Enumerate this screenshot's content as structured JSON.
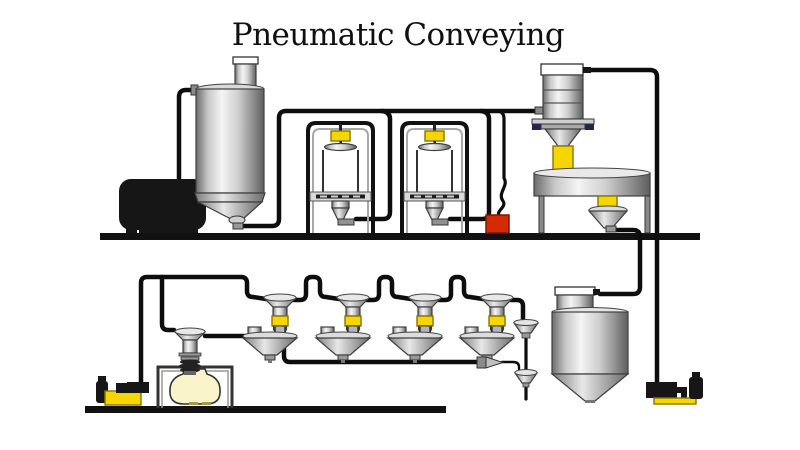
{
  "title": "Pneumatic Conveying",
  "colors": {
    "bg": "#ffffff",
    "ink": "#161616",
    "line": "#0d0d0d",
    "floor": "#111111",
    "valve": "#f6d600",
    "red": "#d42c00",
    "bag": "#f8f3c8"
  },
  "levels": {
    "upper": {
      "equipment": [
        "blower-package",
        "storage-silo",
        "silo-top-vent",
        "bag-dump-station",
        "bag-dump-station",
        "flexible-hose",
        "portable-vacuum-unit",
        "filter-receiver",
        "rotary-valve",
        "surge-table",
        "rotary-valve",
        "discharge-hopper"
      ]
    },
    "lower": {
      "equipment": [
        "pressure-blower-package",
        "bulk-bag-filler",
        "container-filling-station",
        "container-filling-station",
        "container-filling-station",
        "container-filling-station",
        "inline-separator",
        "filling-lance",
        "inline-funnel",
        "storage-hopper",
        "vacuum-pump-package"
      ]
    }
  }
}
